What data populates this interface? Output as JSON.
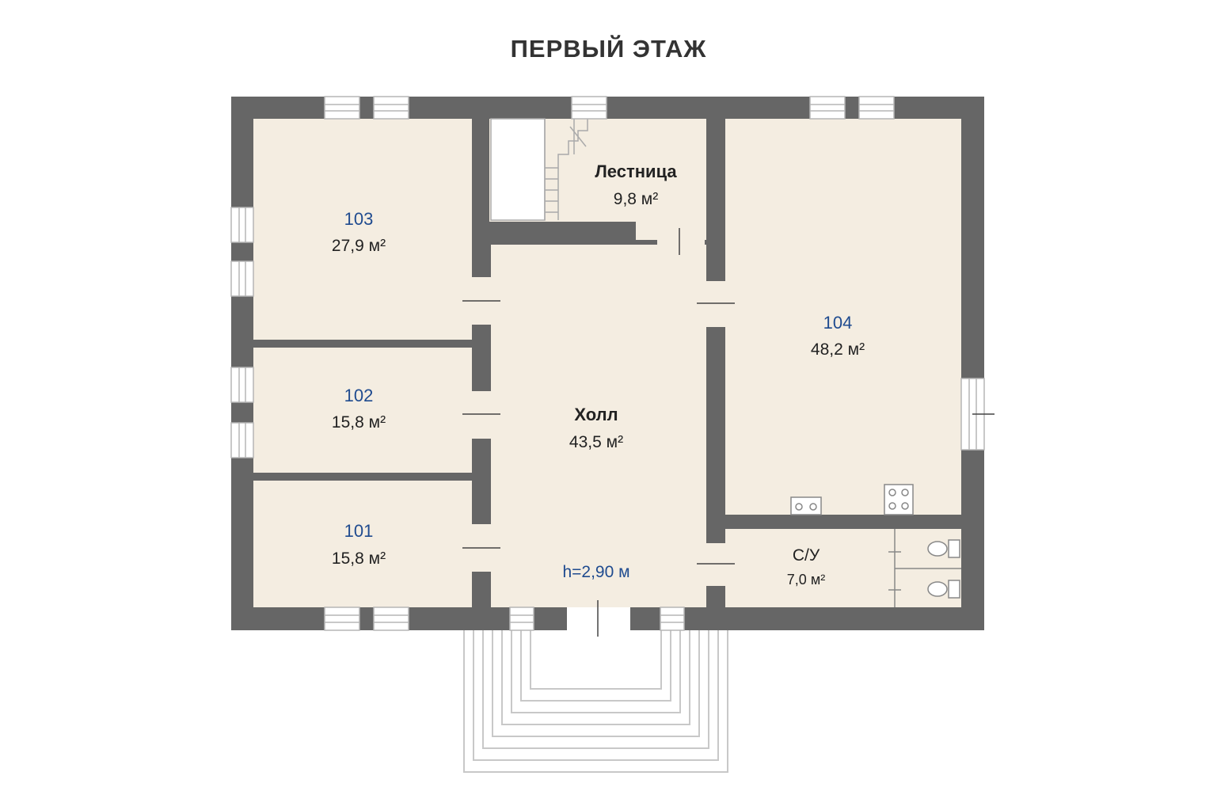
{
  "title": "ПЕРВЫЙ ЭТАЖ",
  "rooms": {
    "r103": {
      "number": "103",
      "area": "27,9 м²"
    },
    "r102": {
      "number": "102",
      "area": "15,8 м²"
    },
    "r101": {
      "number": "101",
      "area": "15,8 м²"
    },
    "stairs": {
      "name": "Лестница",
      "area": "9,8 м²"
    },
    "hall": {
      "name": "Холл",
      "area": "43,5 м²",
      "ceiling": "h=2,90 м"
    },
    "r104": {
      "number": "104",
      "area": "48,2 м²"
    },
    "wc": {
      "name": "С/У",
      "area": "7,0 м²"
    }
  },
  "colors": {
    "wall": "#666666",
    "floor": "#f4ede1",
    "accent": "#1f4b8f"
  }
}
